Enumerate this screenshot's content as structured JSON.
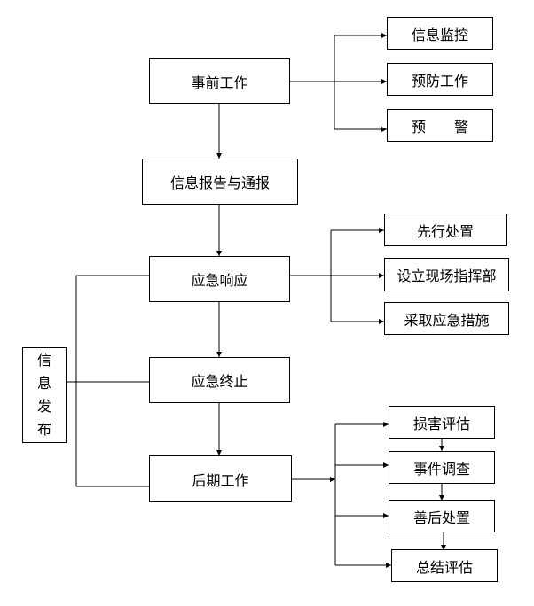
{
  "main_flow": {
    "pre_event_work": "事前工作",
    "report_notify": "信息报告与通报",
    "emergency_response": "应急响应",
    "emergency_termination": "应急终止",
    "post_work": "后期工作"
  },
  "pre_event_branch": {
    "info_monitoring": "信息监控",
    "prevention_work": "预防工作",
    "warning": "预　　警"
  },
  "response_branch": {
    "first_disposal": "先行处置",
    "setup_command": "设立现场指挥部",
    "take_measures": "采取应急措施"
  },
  "post_branch": {
    "damage_assessment": "损害评估",
    "incident_investigation": "事件调查",
    "aftermath_handling": "善后处置",
    "summary_evaluation": "总结评估"
  },
  "info_release": {
    "chars": [
      "信",
      "息",
      "发",
      "布"
    ]
  }
}
